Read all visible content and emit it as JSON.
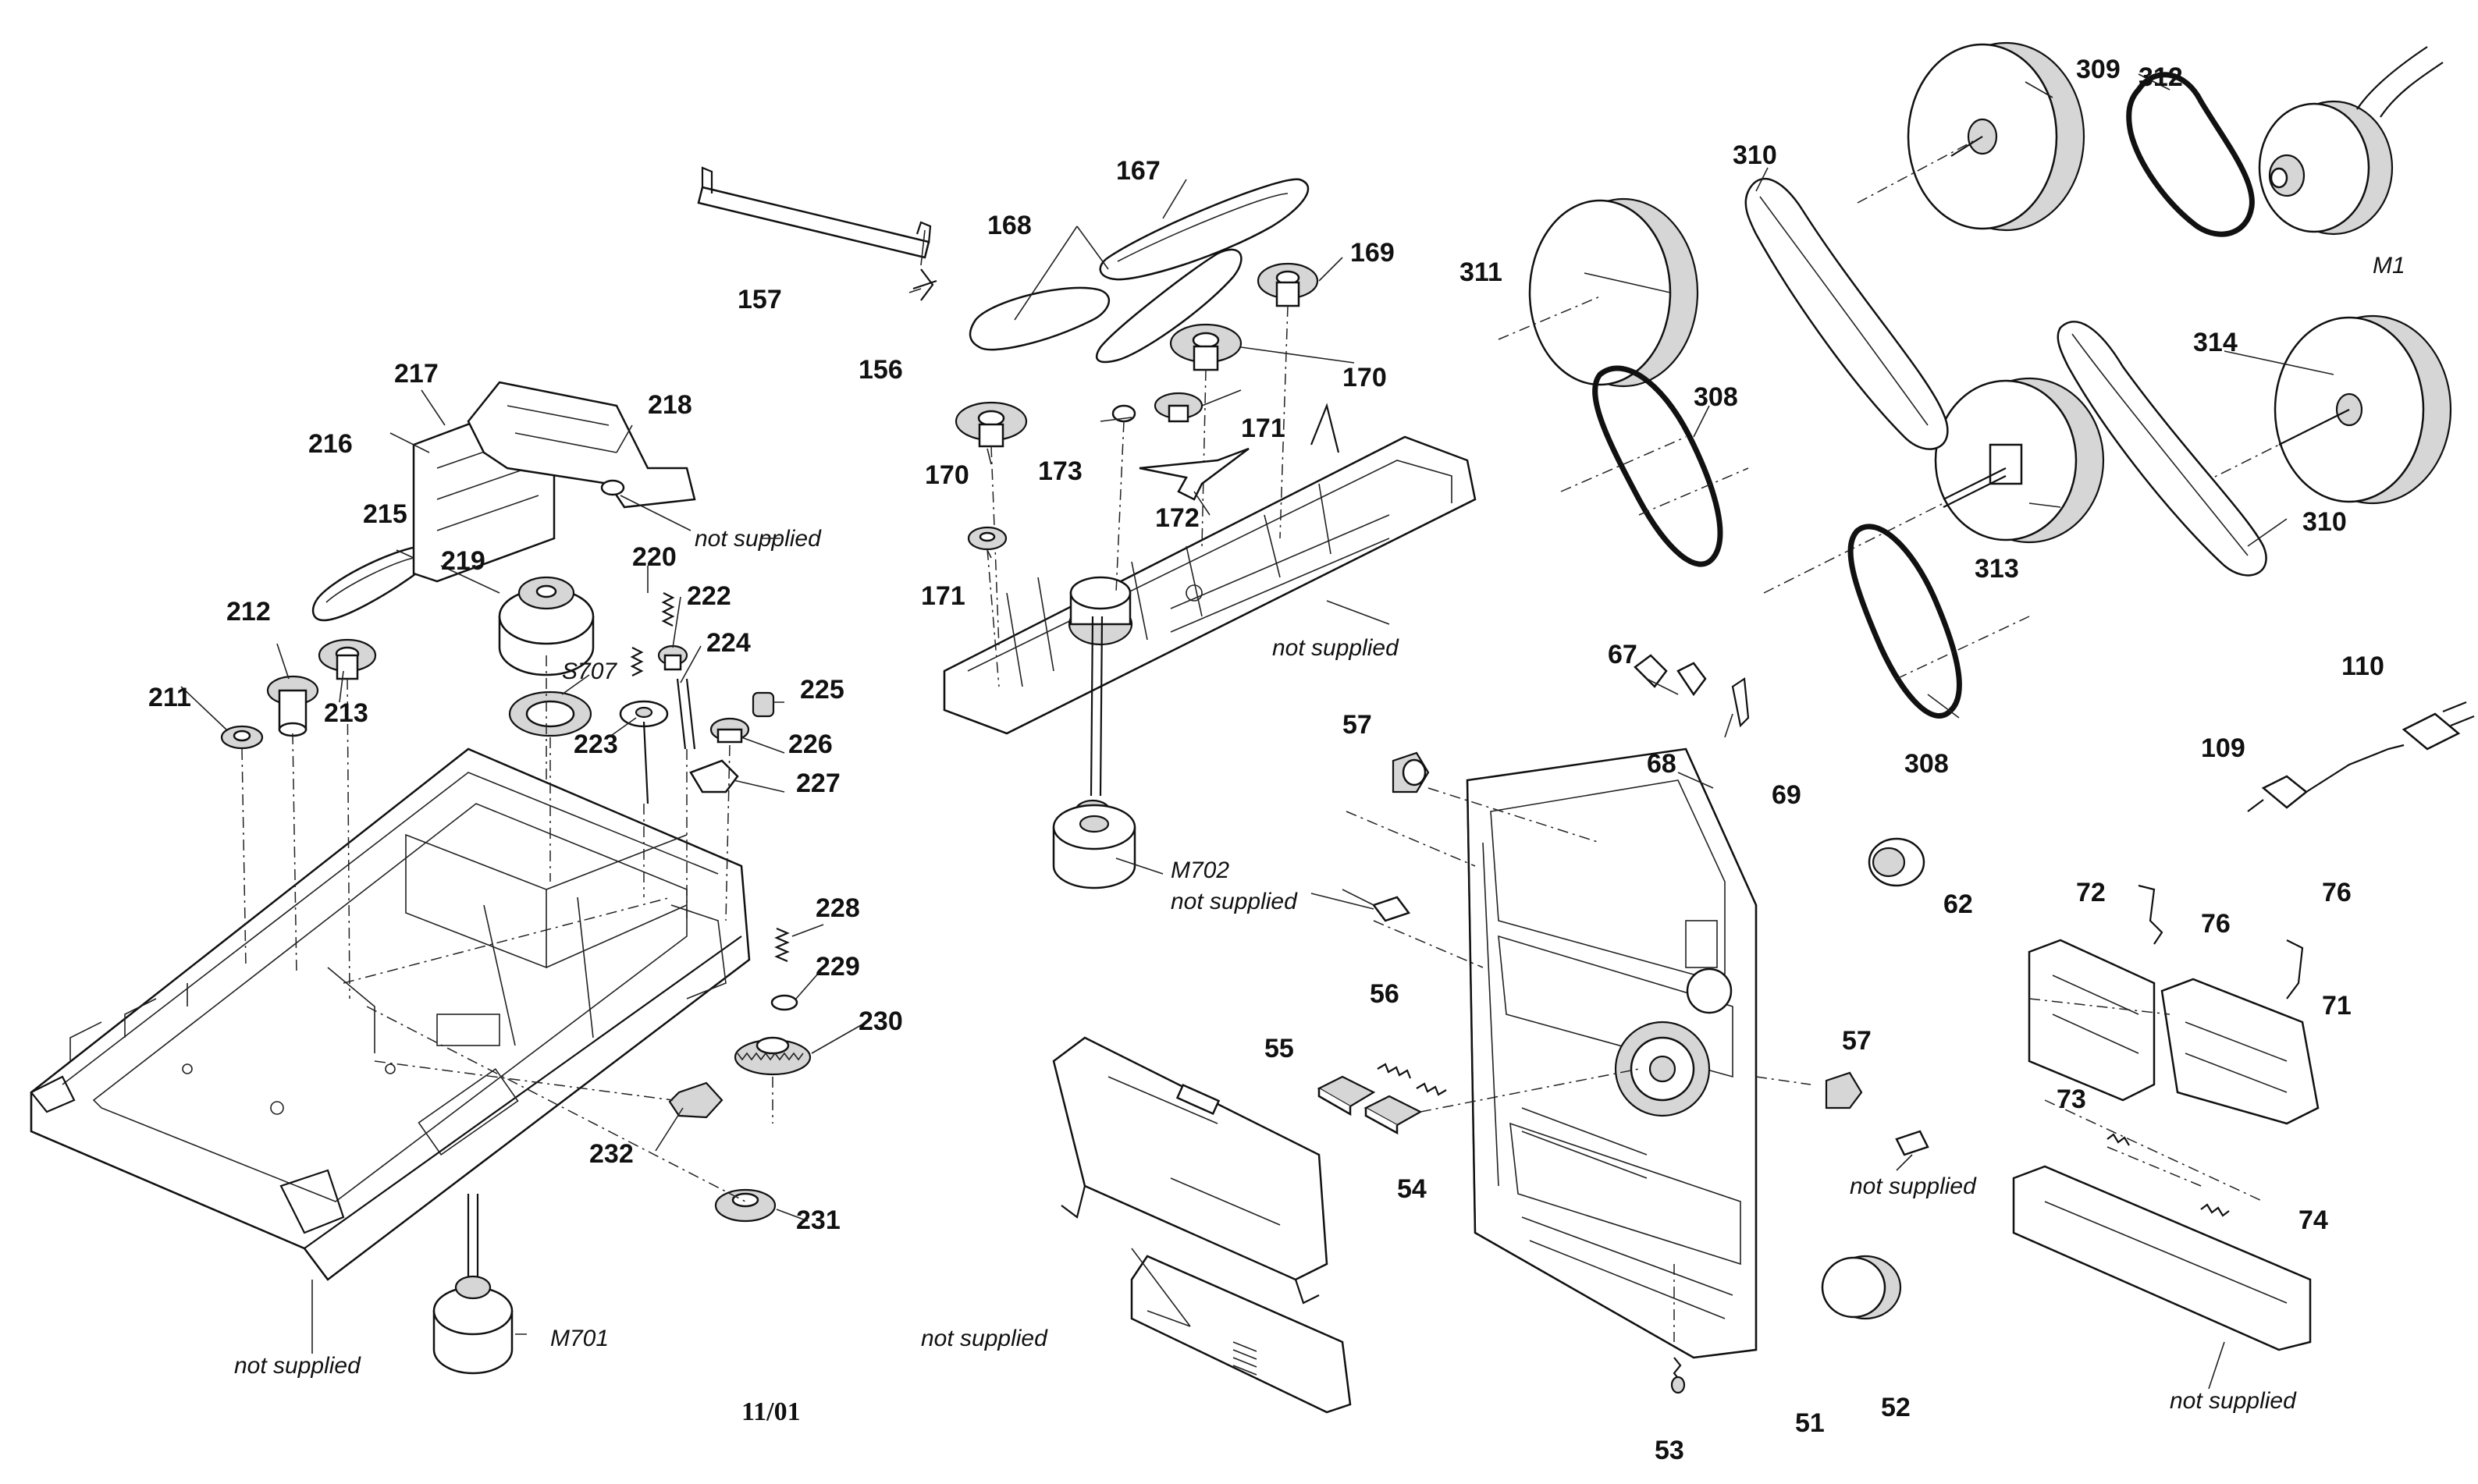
{
  "diagram": {
    "footer_code": "11/01",
    "labels": {
      "p51": "51",
      "p52": "52",
      "p53": "53",
      "p54": "54",
      "p55": "55",
      "p56": "56",
      "p57a": "57",
      "p57b": "57",
      "p62": "62",
      "p67": "67",
      "p68": "68",
      "p69": "69",
      "p71": "71",
      "p72": "72",
      "p73": "73",
      "p74": "74",
      "p76a": "76",
      "p76b": "76",
      "p109": "109",
      "p110": "110",
      "p156": "156",
      "p157": "157",
      "p167": "167",
      "p168": "168",
      "p169": "169",
      "p170a": "170",
      "p170b": "170",
      "p171a": "171",
      "p171b": "171",
      "p172": "172",
      "p173": "173",
      "p211": "211",
      "p212": "212",
      "p213": "213",
      "p215": "215",
      "p216": "216",
      "p217": "217",
      "p218": "218",
      "p219": "219",
      "p220": "220",
      "p222": "222",
      "p223": "223",
      "p224": "224",
      "p225": "225",
      "p226": "226",
      "p227": "227",
      "p228": "228",
      "p229": "229",
      "p230": "230",
      "p231": "231",
      "p232": "232",
      "p308a": "308",
      "p308b": "308",
      "p309": "309",
      "p310a": "310",
      "p310b": "310",
      "p311": "311",
      "p312": "312",
      "p313": "313",
      "p314": "314",
      "M1": "M1",
      "M701": "M701",
      "M702": "M702",
      "S707": "S707"
    },
    "notes": {
      "ns1": "not supplied",
      "ns2": "not supplied",
      "ns3": "not supplied",
      "ns4": "not supplied",
      "ns5": "not supplied",
      "ns6": "not supplied",
      "ns7": "not supplied"
    }
  }
}
